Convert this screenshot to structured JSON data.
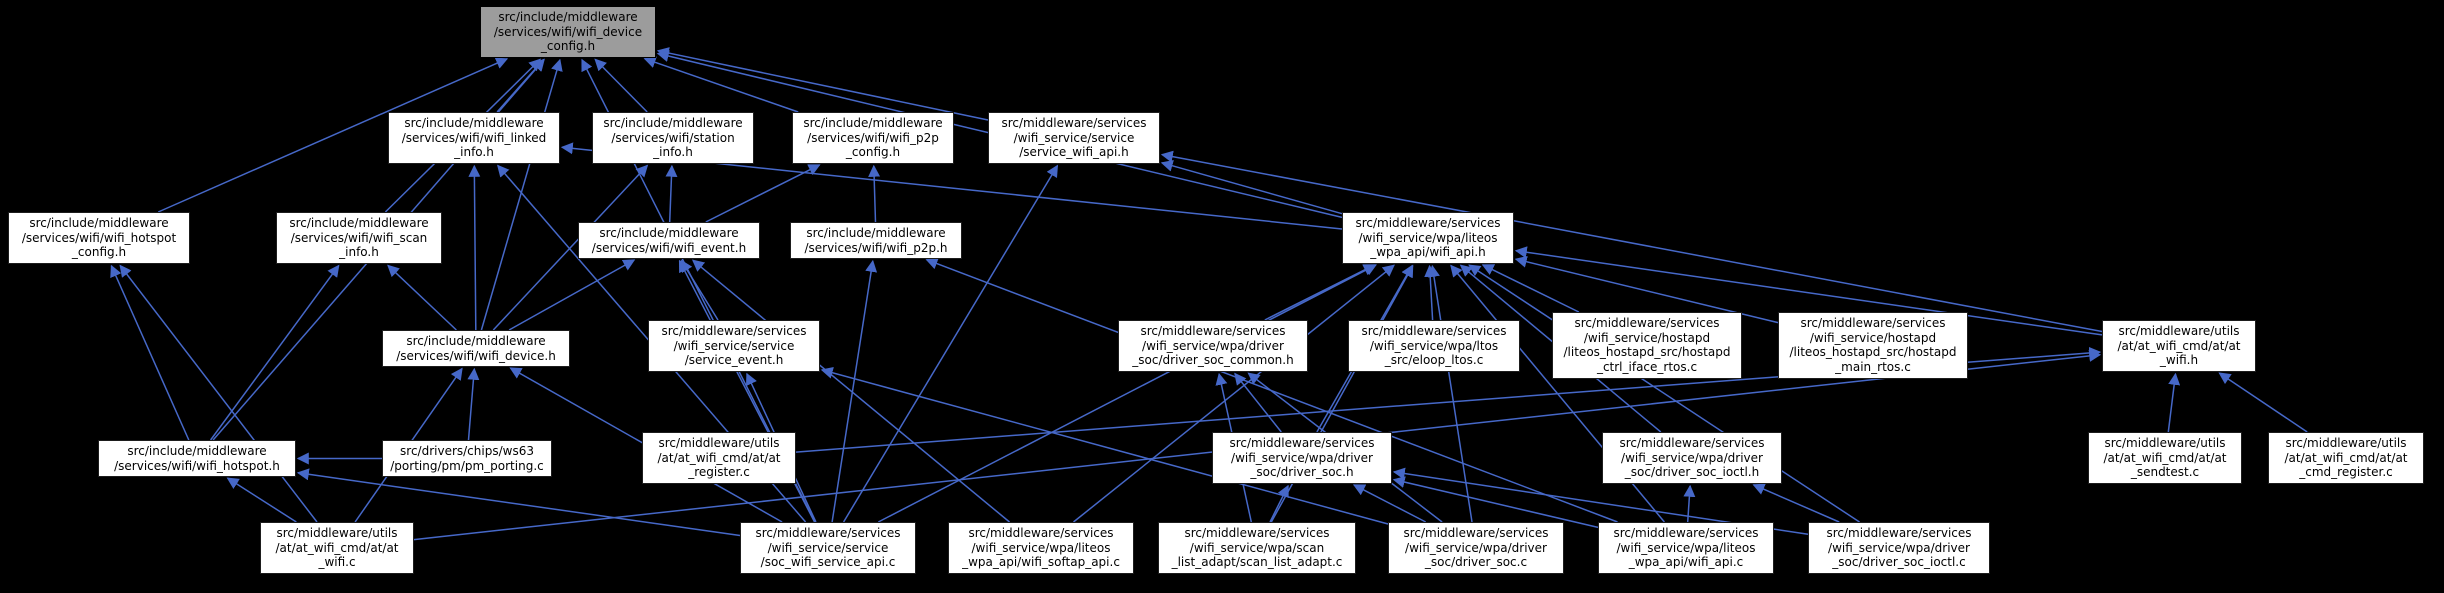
{
  "graph": {
    "description": "include dependency graph",
    "colors": {
      "background": "#000000",
      "node_fill": "#ffffff",
      "node_text": "#000000",
      "root_fill": "#9c9c9c",
      "edge": "#4668c8"
    },
    "nodes": [
      {
        "id": "wifi_device_config_h",
        "label": "src/include/middleware\n/services/wifi/wifi_device\n_config.h",
        "root": true
      },
      {
        "id": "wifi_linked_info_h",
        "label": "src/include/middleware\n/services/wifi/wifi_linked\n_info.h"
      },
      {
        "id": "station_info_h",
        "label": "src/include/middleware\n/services/wifi/station\n_info.h"
      },
      {
        "id": "wifi_p2p_config_h",
        "label": "src/include/middleware\n/services/wifi/wifi_p2p\n_config.h"
      },
      {
        "id": "service_wifi_api_h",
        "label": "src/middleware/services\n/wifi_service/service\n/service_wifi_api.h"
      },
      {
        "id": "wifi_hotspot_config_h",
        "label": "src/include/middleware\n/services/wifi/wifi_hotspot\n_config.h"
      },
      {
        "id": "wifi_scan_info_h",
        "label": "src/include/middleware\n/services/wifi/wifi_scan\n_info.h"
      },
      {
        "id": "wifi_event_h",
        "label": "src/include/middleware\n/services/wifi/wifi_event.h"
      },
      {
        "id": "wifi_p2p_h",
        "label": "src/include/middleware\n/services/wifi/wifi_p2p.h"
      },
      {
        "id": "liteos_wifi_api_h",
        "label": "src/middleware/services\n/wifi_service/wpa/liteos\n_wpa_api/wifi_api.h"
      },
      {
        "id": "wifi_device_h",
        "label": "src/include/middleware\n/services/wifi/wifi_device.h"
      },
      {
        "id": "service_event_h",
        "label": "src/middleware/services\n/wifi_service/service\n/service_event.h"
      },
      {
        "id": "driver_soc_common_h",
        "label": "src/middleware/services\n/wifi_service/wpa/driver\n_soc/driver_soc_common.h"
      },
      {
        "id": "eloop_ltos_c",
        "label": "src/middleware/services\n/wifi_service/wpa/ltos\n_src/eloop_ltos.c"
      },
      {
        "id": "hostapd_ctrl_iface_rtos_c",
        "label": "src/middleware/services\n/wifi_service/hostapd\n/liteos_hostapd_src/hostapd\n_ctrl_iface_rtos.c"
      },
      {
        "id": "hostapd_main_rtos_c",
        "label": "src/middleware/services\n/wifi_service/hostapd\n/liteos_hostapd_src/hostapd\n_main_rtos.c"
      },
      {
        "id": "at_wifi_h",
        "label": "src/middleware/utils\n/at/at_wifi_cmd/at/at\n_wifi.h"
      },
      {
        "id": "wifi_hotspot_h",
        "label": "src/include/middleware\n/services/wifi/wifi_hotspot.h"
      },
      {
        "id": "pm_porting_c",
        "label": "src/drivers/chips/ws63\n/porting/pm/pm_porting.c"
      },
      {
        "id": "at_register_c",
        "label": "src/middleware/utils\n/at/at_wifi_cmd/at/at\n_register.c"
      },
      {
        "id": "driver_soc_h",
        "label": "src/middleware/services\n/wifi_service/wpa/driver\n_soc/driver_soc.h"
      },
      {
        "id": "driver_soc_ioctl_h",
        "label": "src/middleware/services\n/wifi_service/wpa/driver\n_soc/driver_soc_ioctl.h"
      },
      {
        "id": "at_sendtest_c",
        "label": "src/middleware/utils\n/at/at_wifi_cmd/at/at\n_sendtest.c"
      },
      {
        "id": "at_cmd_register_c",
        "label": "src/middleware/utils\n/at/at_wifi_cmd/at/at\n_cmd_register.c"
      },
      {
        "id": "at_wifi_c",
        "label": "src/middleware/utils\n/at/at_wifi_cmd/at/at\n_wifi.c"
      },
      {
        "id": "soc_wifi_service_api_c",
        "label": "src/middleware/services\n/wifi_service/service\n/soc_wifi_service_api.c"
      },
      {
        "id": "wifi_softap_api_c",
        "label": "src/middleware/services\n/wifi_service/wpa/liteos\n_wpa_api/wifi_softap_api.c"
      },
      {
        "id": "scan_list_adapt_c",
        "label": "src/middleware/services\n/wifi_service/wpa/scan\n_list_adapt/scan_list_adapt.c"
      },
      {
        "id": "driver_soc_c",
        "label": "src/middleware/services\n/wifi_service/wpa/driver\n_soc/driver_soc.c"
      },
      {
        "id": "wifi_api_c",
        "label": "src/middleware/services\n/wifi_service/wpa/liteos\n_wpa_api/wifi_api.c"
      },
      {
        "id": "driver_soc_ioctl_c",
        "label": "src/middleware/services\n/wifi_service/wpa/driver\n_soc/driver_soc_ioctl.c"
      }
    ],
    "edges": [
      {
        "from": "wifi_linked_info_h",
        "to": "wifi_device_config_h"
      },
      {
        "from": "station_info_h",
        "to": "wifi_device_config_h"
      },
      {
        "from": "wifi_p2p_config_h",
        "to": "wifi_device_config_h"
      },
      {
        "from": "service_wifi_api_h",
        "to": "wifi_device_config_h"
      },
      {
        "from": "wifi_hotspot_config_h",
        "to": "wifi_device_config_h"
      },
      {
        "from": "wifi_scan_info_h",
        "to": "wifi_device_config_h"
      },
      {
        "from": "wifi_device_h",
        "to": "wifi_device_config_h"
      },
      {
        "from": "wifi_hotspot_h",
        "to": "wifi_device_config_h"
      },
      {
        "from": "liteos_wifi_api_h",
        "to": "wifi_device_config_h"
      },
      {
        "from": "soc_wifi_service_api_c",
        "to": "wifi_device_config_h"
      },
      {
        "from": "wifi_device_h",
        "to": "wifi_linked_info_h"
      },
      {
        "from": "liteos_wifi_api_h",
        "to": "wifi_linked_info_h"
      },
      {
        "from": "soc_wifi_service_api_c",
        "to": "wifi_linked_info_h"
      },
      {
        "from": "wifi_device_h",
        "to": "station_info_h"
      },
      {
        "from": "wifi_event_h",
        "to": "station_info_h"
      },
      {
        "from": "wifi_p2p_h",
        "to": "wifi_p2p_config_h"
      },
      {
        "from": "wifi_event_h",
        "to": "wifi_p2p_config_h"
      },
      {
        "from": "soc_wifi_service_api_c",
        "to": "service_wifi_api_h"
      },
      {
        "from": "liteos_wifi_api_h",
        "to": "service_wifi_api_h"
      },
      {
        "from": "at_wifi_h",
        "to": "service_wifi_api_h"
      },
      {
        "from": "wifi_hotspot_h",
        "to": "wifi_hotspot_config_h"
      },
      {
        "from": "at_wifi_c",
        "to": "wifi_hotspot_config_h"
      },
      {
        "from": "wifi_device_h",
        "to": "wifi_scan_info_h"
      },
      {
        "from": "wifi_hotspot_h",
        "to": "wifi_scan_info_h"
      },
      {
        "from": "wifi_device_h",
        "to": "wifi_event_h"
      },
      {
        "from": "service_event_h",
        "to": "wifi_event_h"
      },
      {
        "from": "soc_wifi_service_api_c",
        "to": "wifi_event_h"
      },
      {
        "from": "wifi_softap_api_c",
        "to": "wifi_event_h"
      },
      {
        "from": "soc_wifi_service_api_c",
        "to": "wifi_p2p_h"
      },
      {
        "from": "wifi_api_c",
        "to": "wifi_p2p_h"
      },
      {
        "from": "driver_soc_common_h",
        "to": "liteos_wifi_api_h"
      },
      {
        "from": "eloop_ltos_c",
        "to": "liteos_wifi_api_h"
      },
      {
        "from": "hostapd_ctrl_iface_rtos_c",
        "to": "liteos_wifi_api_h"
      },
      {
        "from": "hostapd_main_rtos_c",
        "to": "liteos_wifi_api_h"
      },
      {
        "from": "driver_soc_h",
        "to": "liteos_wifi_api_h"
      },
      {
        "from": "driver_soc_ioctl_h",
        "to": "liteos_wifi_api_h"
      },
      {
        "from": "wifi_softap_api_c",
        "to": "liteos_wifi_api_h"
      },
      {
        "from": "scan_list_adapt_c",
        "to": "liteos_wifi_api_h"
      },
      {
        "from": "driver_soc_c",
        "to": "liteos_wifi_api_h"
      },
      {
        "from": "wifi_api_c",
        "to": "liteos_wifi_api_h"
      },
      {
        "from": "driver_soc_ioctl_c",
        "to": "liteos_wifi_api_h"
      },
      {
        "from": "at_wifi_h",
        "to": "liteos_wifi_api_h"
      },
      {
        "from": "soc_wifi_service_api_c",
        "to": "liteos_wifi_api_h"
      },
      {
        "from": "pm_porting_c",
        "to": "wifi_device_h"
      },
      {
        "from": "at_wifi_c",
        "to": "wifi_device_h"
      },
      {
        "from": "soc_wifi_service_api_c",
        "to": "wifi_device_h"
      },
      {
        "from": "soc_wifi_service_api_c",
        "to": "service_event_h"
      },
      {
        "from": "driver_soc_c",
        "to": "service_event_h"
      },
      {
        "from": "driver_soc_h",
        "to": "driver_soc_common_h"
      },
      {
        "from": "driver_soc_c",
        "to": "driver_soc_common_h"
      },
      {
        "from": "scan_list_adapt_c",
        "to": "driver_soc_common_h"
      },
      {
        "from": "driver_soc_c",
        "to": "driver_soc_h"
      },
      {
        "from": "driver_soc_ioctl_c",
        "to": "driver_soc_h"
      },
      {
        "from": "scan_list_adapt_c",
        "to": "driver_soc_h"
      },
      {
        "from": "wifi_api_c",
        "to": "driver_soc_h"
      },
      {
        "from": "driver_soc_ioctl_c",
        "to": "driver_soc_ioctl_h"
      },
      {
        "from": "wifi_api_c",
        "to": "driver_soc_ioctl_h"
      },
      {
        "from": "at_wifi_c",
        "to": "at_wifi_h"
      },
      {
        "from": "at_register_c",
        "to": "at_wifi_h"
      },
      {
        "from": "at_sendtest_c",
        "to": "at_wifi_h"
      },
      {
        "from": "at_cmd_register_c",
        "to": "at_wifi_h"
      },
      {
        "from": "at_wifi_c",
        "to": "wifi_hotspot_h"
      },
      {
        "from": "soc_wifi_service_api_c",
        "to": "wifi_hotspot_h"
      },
      {
        "from": "pm_porting_c",
        "to": "wifi_hotspot_h"
      }
    ]
  }
}
